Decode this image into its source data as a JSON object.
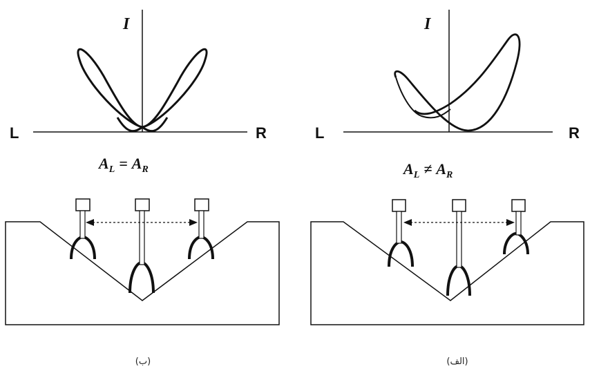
{
  "left_panel": {
    "axis_left": "L",
    "axis_right": "R",
    "axis_vertical": "I",
    "equation": {
      "A1": "A",
      "sub1": "L",
      "op": "=",
      "A2": "A",
      "sub2": "R"
    },
    "caption": "(ب)"
  },
  "right_panel": {
    "axis_left": "L",
    "axis_right": "R",
    "axis_vertical": "I",
    "equation": {
      "A1": "A",
      "sub1": "L",
      "op": "≠",
      "A2": "A",
      "sub2": "R"
    },
    "caption": "(الف)"
  }
}
